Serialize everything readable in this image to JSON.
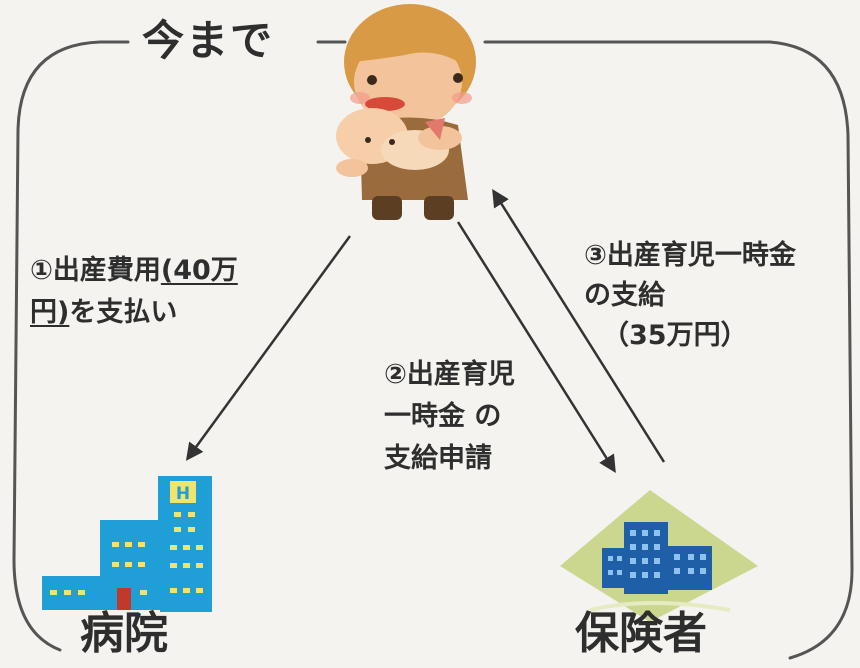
{
  "title": "今まで",
  "step1": {
    "prefix": "①出産費用",
    "amount_line1": "(40万",
    "amount_line2": "円)",
    "suffix": "を支払い"
  },
  "step2": {
    "line1": "②出産育児",
    "line2": "一時金 の",
    "line3": "支給申請"
  },
  "step3": {
    "line1": "③出産育児一時金",
    "line2": "の支給",
    "line3": "（35万円）"
  },
  "hospital": {
    "label": "病院",
    "sign": "H",
    "icon": "hospital-icon"
  },
  "insurer": {
    "label": "保険者",
    "icon": "insurer-building-icon"
  },
  "mother": {
    "icon": "mother-with-baby-icon"
  },
  "colors": {
    "building_blue": "#1f9fd6",
    "hospital_sign": "#f2e36a",
    "hospital_door": "#c0392b",
    "insurer_blue": "#1e5fa8",
    "insurer_ground": "#cbd78f",
    "mother_skin": "#f3c49b",
    "mother_hair": "#d99a45",
    "mother_clothes": "#9a6b3c",
    "arrow": "#333333"
  }
}
